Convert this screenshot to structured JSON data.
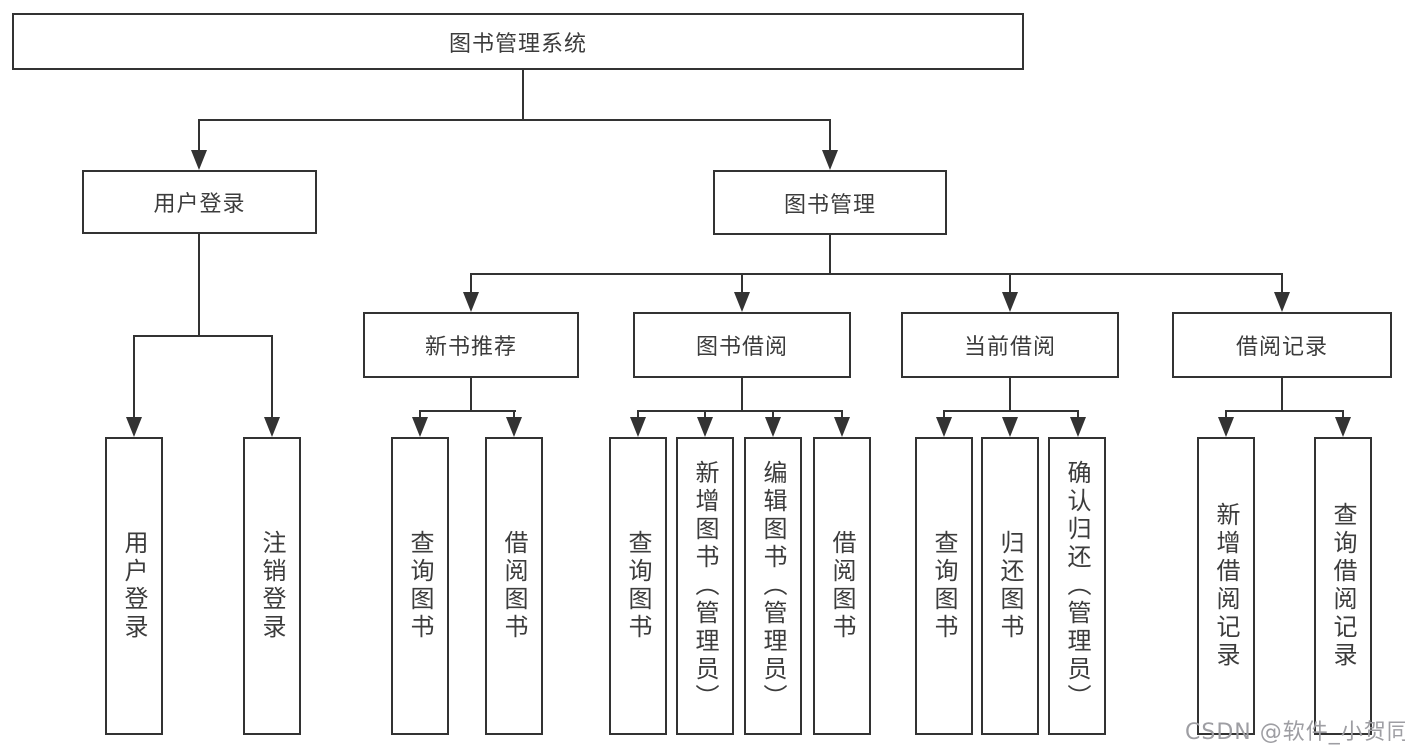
{
  "diagram_title": "图书管理系统",
  "colors": {
    "line": "#333333",
    "box_border": "#333333",
    "text": "#3c3c3c",
    "watermark": "#9e9ea3",
    "background": "#ffffff"
  },
  "root": {
    "label": "图书管理系统"
  },
  "level2": {
    "user_login": {
      "label": "用户登录"
    },
    "book_mgmt": {
      "label": "图书管理"
    }
  },
  "level3": {
    "new_books": {
      "label": "新书推荐"
    },
    "book_borrow": {
      "label": "图书借阅"
    },
    "current_borrow": {
      "label": "当前借阅"
    },
    "borrow_records": {
      "label": "借阅记录"
    }
  },
  "leaves": [
    {
      "label": "用户登录"
    },
    {
      "label": "注销登录"
    },
    {
      "label": "查询图书"
    },
    {
      "label": "借阅图书"
    },
    {
      "label": "查询图书"
    },
    {
      "label": "新增图书（管理员）"
    },
    {
      "label": "编辑图书（管理员）"
    },
    {
      "label": "借阅图书"
    },
    {
      "label": "查询图书"
    },
    {
      "label": "归还图书"
    },
    {
      "label": "确认归还（管理员）"
    },
    {
      "label": "新增借阅记录"
    },
    {
      "label": "查询借阅记录"
    }
  ],
  "watermark": {
    "text": "CSDN @软件_小贺同学"
  }
}
